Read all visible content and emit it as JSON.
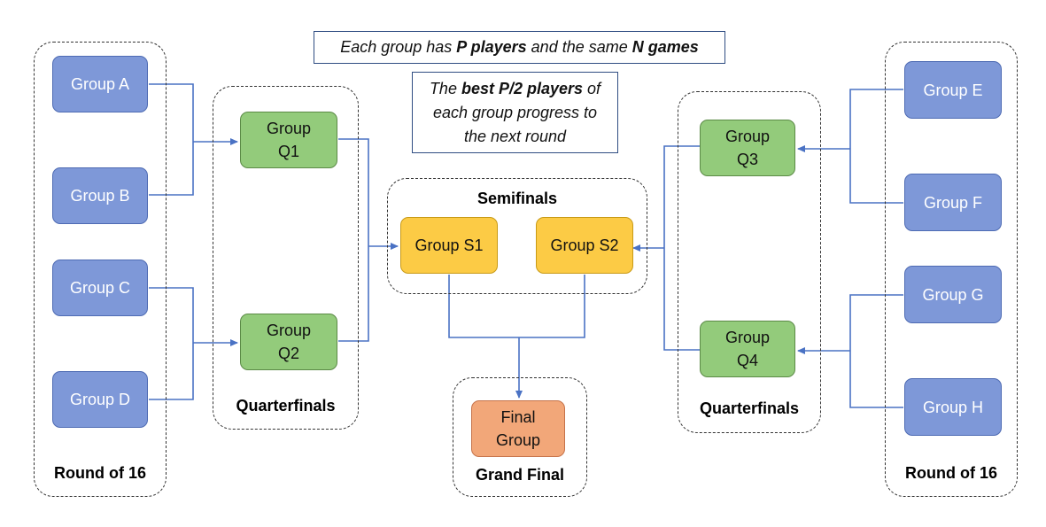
{
  "notes": {
    "top_prefix": "Each group has ",
    "top_bold1": "P players",
    "top_mid": " and the same ",
    "top_bold2": "N games",
    "progress_prefix": "The ",
    "progress_bold": "best P/2 players",
    "progress_suffix": " of",
    "progress_line2": "each group progress to",
    "progress_line3": "the next round"
  },
  "rounds": {
    "round_of_16_left": "Round of 16",
    "round_of_16_right": "Round of 16",
    "quarterfinals_left": "Quarterfinals",
    "quarterfinals_right": "Quarterfinals",
    "semifinals": "Semifinals",
    "grand_final": "Grand Final"
  },
  "groups": {
    "a": "Group A",
    "b": "Group B",
    "c": "Group C",
    "d": "Group D",
    "e": "Group E",
    "f": "Group F",
    "g": "Group G",
    "h": "Group H",
    "q1_line1": "Group",
    "q1_line2": "Q1",
    "q2_line1": "Group",
    "q2_line2": "Q2",
    "q3_line1": "Group",
    "q3_line2": "Q3",
    "q4_line1": "Group",
    "q4_line2": "Q4",
    "s1": "Group S1",
    "s2": "Group S2",
    "final_line1": "Final",
    "final_line2": "Group"
  },
  "colors": {
    "round_of_16": "#7e98d8",
    "quarterfinals": "#93cb7b",
    "semifinals": "#fccb45",
    "final": "#f2a779",
    "connector": "#4a72c4"
  }
}
